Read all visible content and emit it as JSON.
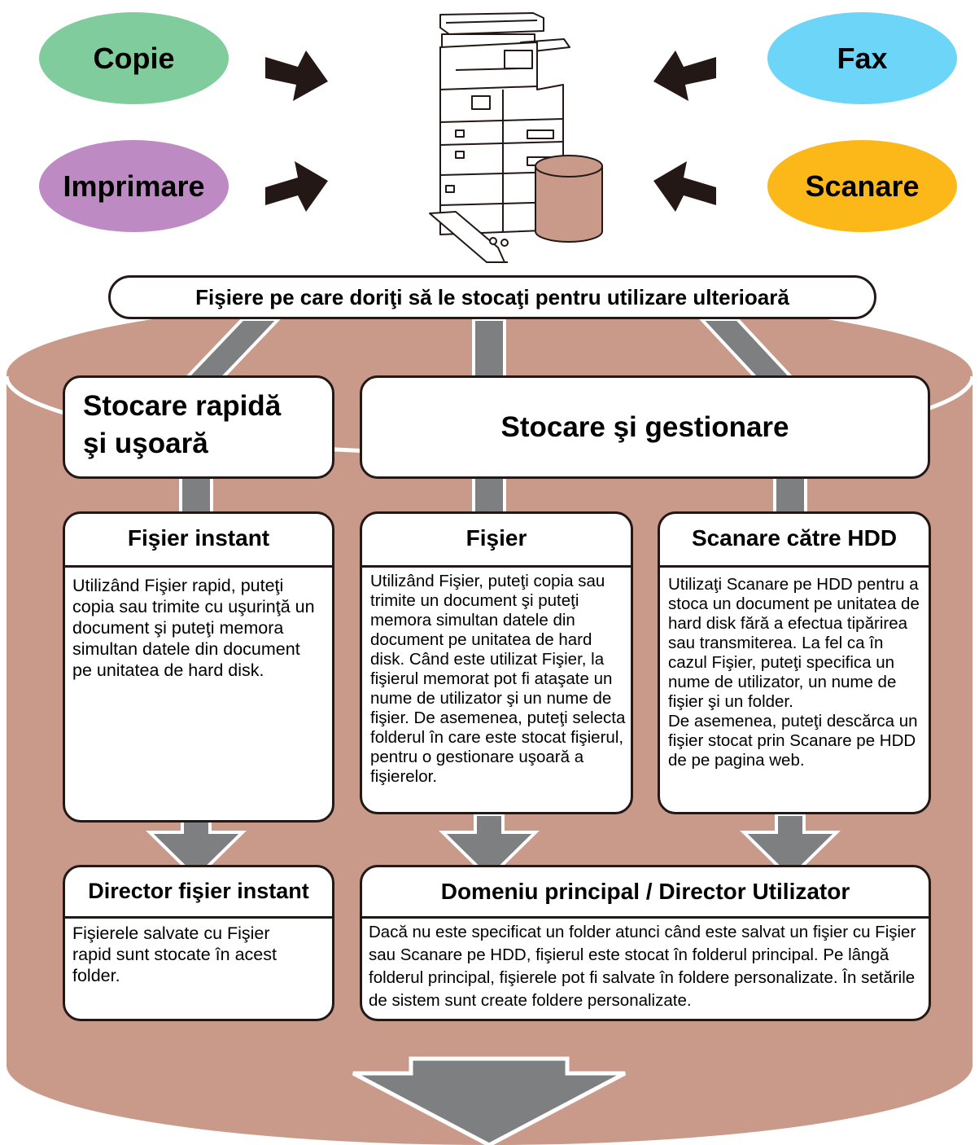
{
  "colors": {
    "copy": "#80cc9c",
    "print": "#be8ac4",
    "fax": "#6dd5f7",
    "scan": "#fbb818",
    "cylinder": "#c99a8a",
    "pillar": "#7e7f81",
    "outline": "#231815"
  },
  "inputs": {
    "copy": "Copie",
    "print": "Imprimare",
    "fax": "Fax",
    "scan": "Scanare"
  },
  "banner": "Fişiere pe care doriţi să le stocaţi pentru utilizare ulterioară",
  "categories": {
    "quick": "Stocare rapidă\nşi uşoară",
    "manage": "Stocare şi gestionare"
  },
  "features": {
    "quick_file": {
      "title": "Fişier instant",
      "text": "Utilizând Fişier rapid, puteţi copia sau trimite cu uşurinţă un document şi puteţi memora simultan datele din document pe unitatea de hard disk."
    },
    "file": {
      "title": "Fişier",
      "text": "Utilizând Fişier, puteţi copia sau trimite un document şi puteţi memora simultan datele din document pe unitatea de hard disk. Când este utilizat Fişier, la fişierul memorat pot fi ataşate un nume de utilizator şi un nume de fişier. De asemenea, puteţi selecta folderul în care este stocat fişierul, pentru o gestionare uşoară a fişierelor."
    },
    "scan_hdd": {
      "title": "Scanare către HDD",
      "text": "Utilizaţi Scanare pe HDD pentru a stoca un document pe unitatea de hard disk fără a efectua tipărirea sau transmiterea. La fel ca în cazul Fişier, puteţi specifica un nume de utilizator, un nume de fişier şi un folder.\nDe asemenea, puteţi descărca un fişier stocat prin Scanare pe HDD de pe pagina web."
    }
  },
  "folders": {
    "quick_folder": {
      "title": "Director fişier instant",
      "text": "Fişierele salvate cu Fişier rapid sunt stocate în acest folder."
    },
    "main_folder": {
      "title": "Domeniu principal / Director Utilizator",
      "text": "Dacă nu este specificat un folder atunci când este salvat un fişier cu Fişier sau Scanare pe HDD, fişierul este stocat în folderul principal. Pe lângă folderul principal, fişierele pot fi salvate în foldere personalizate. În setările de sistem sunt create foldere personalizate."
    }
  }
}
